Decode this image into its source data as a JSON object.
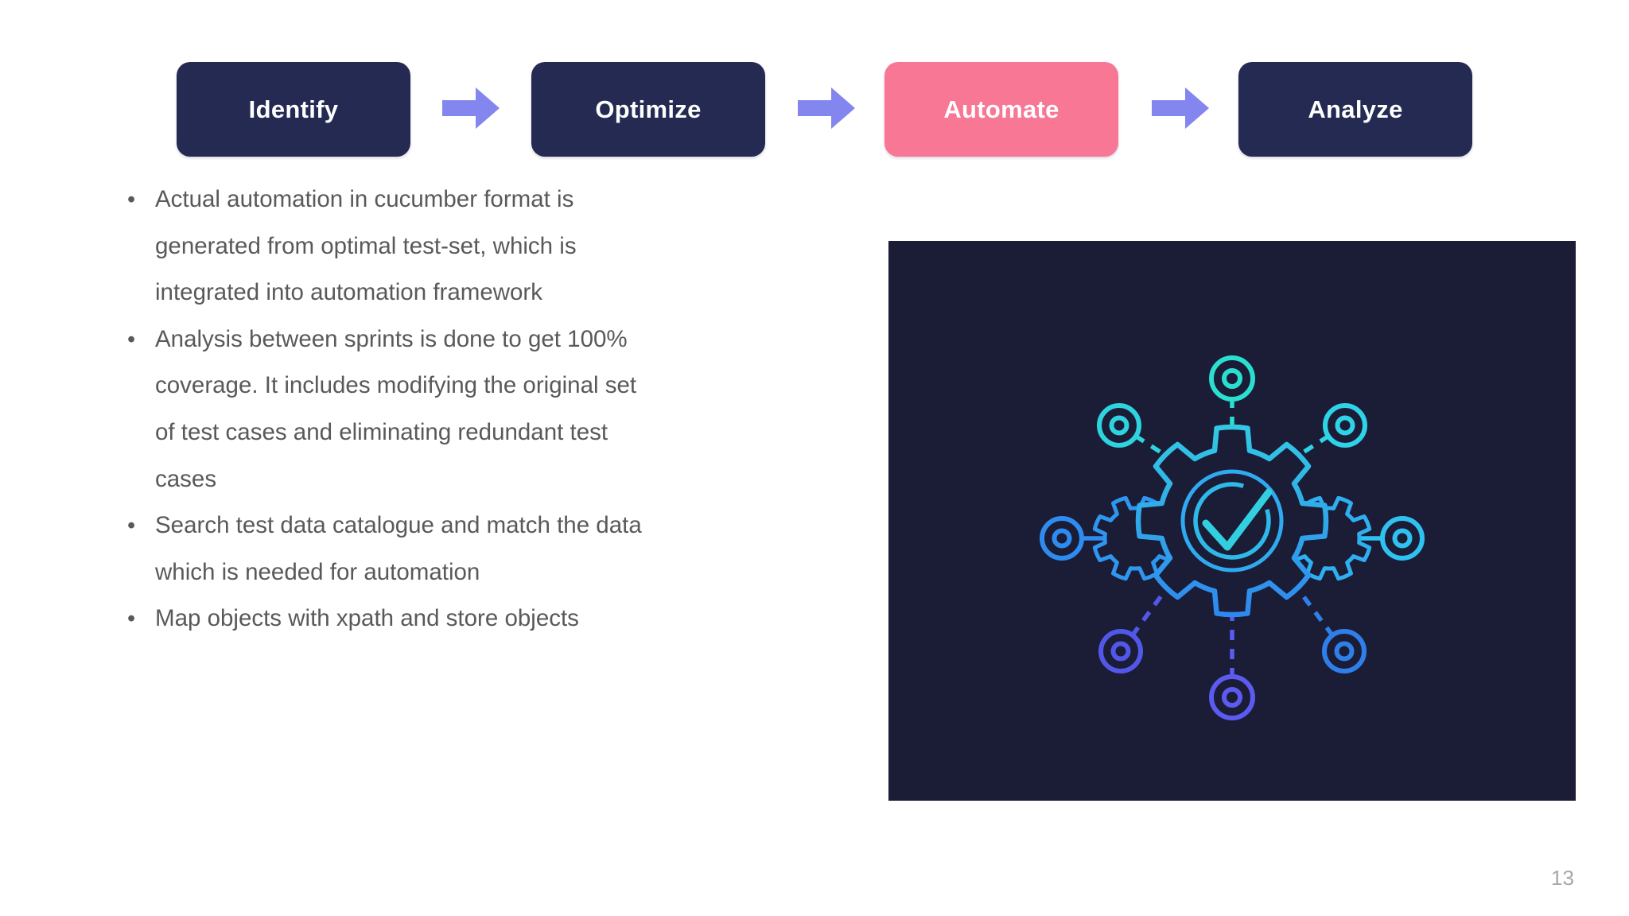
{
  "slide": {
    "background": "#ffffff",
    "page_number": "13",
    "page_number_color": "#a6a6a6"
  },
  "process_flow": {
    "arrow_color": "#8486ef",
    "steps": [
      {
        "label": "Identify",
        "background": "#242a52",
        "text_color": "#ffffff",
        "highlighted": false
      },
      {
        "label": "Optimize",
        "background": "#242a52",
        "text_color": "#ffffff",
        "highlighted": false
      },
      {
        "label": "Automate",
        "background": "#f77795",
        "text_color": "#ffffff",
        "highlighted": true
      },
      {
        "label": "Analyze",
        "background": "#242a52",
        "text_color": "#ffffff",
        "highlighted": false
      }
    ]
  },
  "bullets": {
    "marker": "•",
    "text_color": "#595959",
    "items": [
      [
        "Actual automation in cucumber format is",
        "generated from optimal test-set, which is",
        "integrated into automation framework"
      ],
      [
        "Analysis between sprints is done to get 100%",
        "coverage. It includes modifying the original set",
        "of test cases and eliminating redundant test",
        "cases"
      ],
      [
        "Search test data catalogue and match the data",
        "which is needed for automation"
      ],
      [
        "Map objects with xpath and store objects"
      ]
    ]
  },
  "illustration": {
    "name": "automation-gear-network",
    "background": "#1b1c36",
    "gear_gradient_top": "#32cbe4",
    "gear_gradient_bottom": "#2e84f0",
    "inner_ring_color": "#2fa9f0",
    "check_ring_color": "#2fb9e8",
    "check_color": "#32cfe0",
    "side_gear_left_color": "#2f96f0",
    "side_gear_right_color": "#2faef0",
    "nodes": [
      {
        "name": "node-top",
        "color": "#2adfd0"
      },
      {
        "name": "node-top-left",
        "color": "#2ed3de"
      },
      {
        "name": "node-top-right",
        "color": "#2fd3e8"
      },
      {
        "name": "node-left",
        "color": "#2e8bf0"
      },
      {
        "name": "node-right",
        "color": "#2fc1f0"
      },
      {
        "name": "node-bottom-left",
        "color": "#5158e8"
      },
      {
        "name": "node-bottom-right",
        "color": "#2f7fe8"
      },
      {
        "name": "node-bottom",
        "color": "#5b5bf0"
      }
    ]
  }
}
